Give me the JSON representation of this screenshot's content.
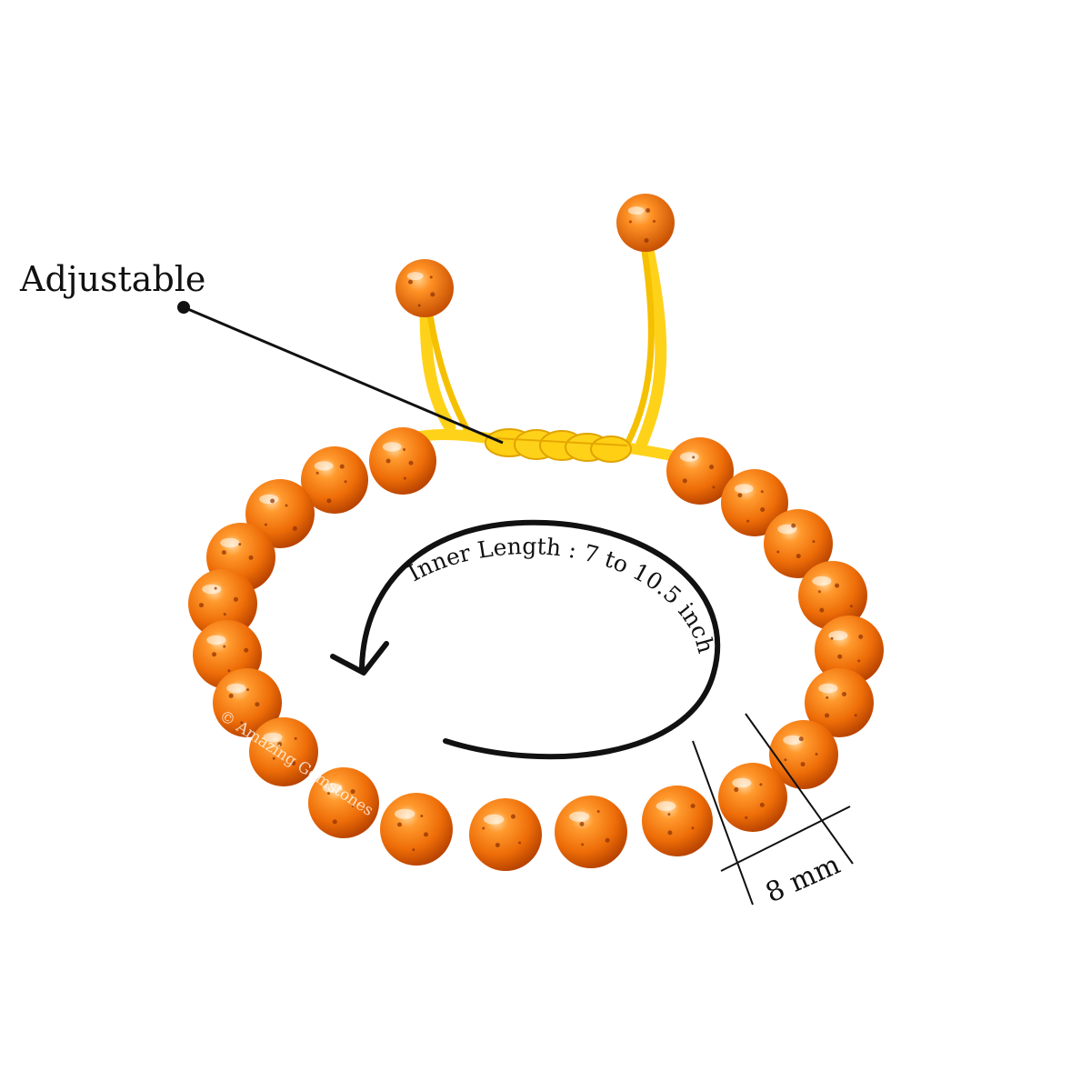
{
  "annotations": {
    "adjustable_label": "Adjustable",
    "inner_length_label": "Inner Length : 7 to 10.5 inch",
    "bead_size_label": "8 mm",
    "watermark": "© Amazing Gemstones"
  },
  "colors": {
    "background": "#ffffff",
    "bead_base": "#f47a10",
    "bead_dark": "#c24a00",
    "bead_light": "#ffc070",
    "cord": "#ffd21a",
    "cord_dark": "#e6a800",
    "annotation_ink": "#111111"
  },
  "icons": {
    "bead": "amber-bead",
    "leader_dot": "leader-dot",
    "arrow": "curved-arrow-icon"
  }
}
